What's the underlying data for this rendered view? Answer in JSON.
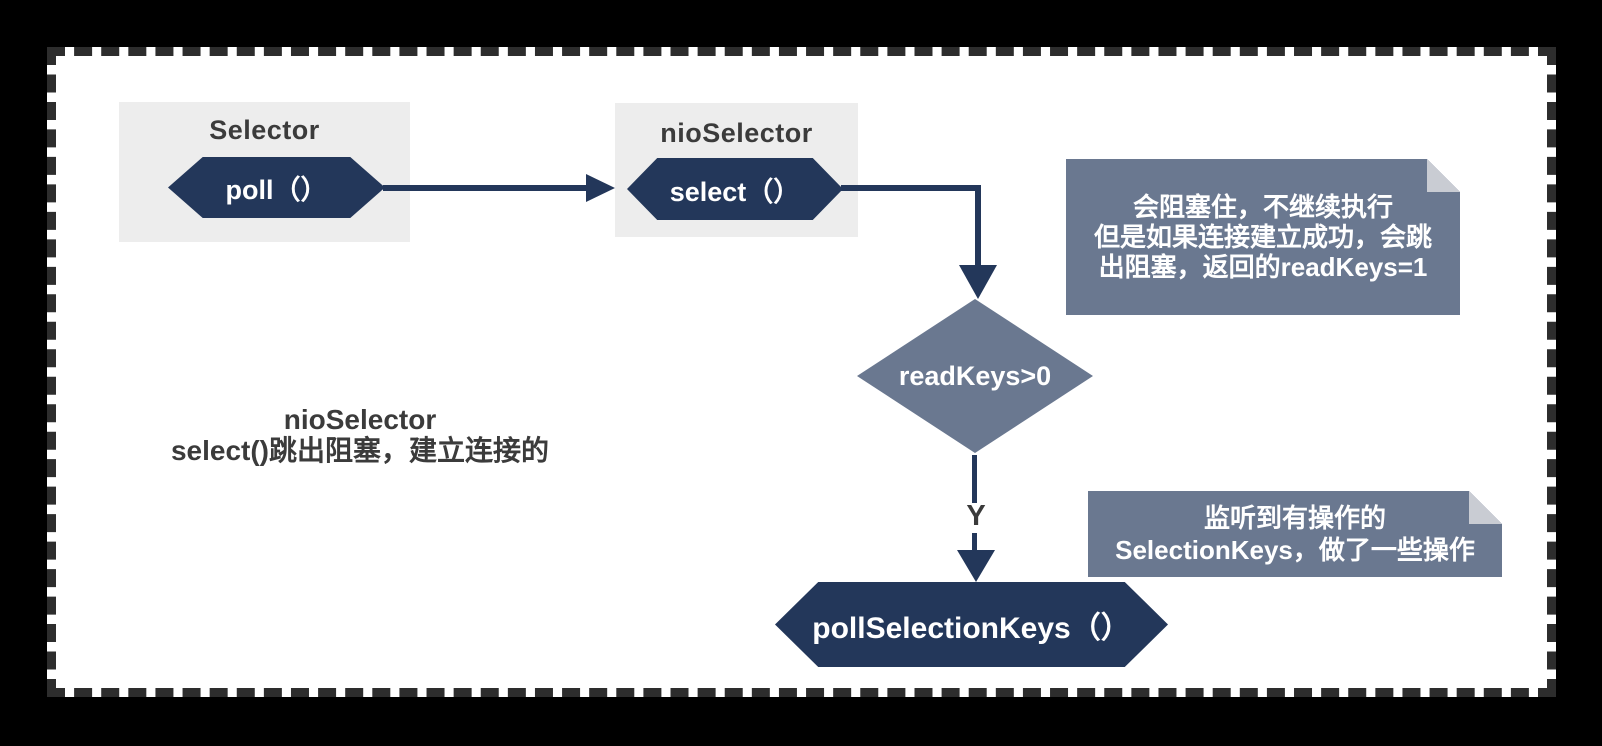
{
  "colors": {
    "navy_node": "#23375a",
    "slate_note": "#6a7890",
    "note_fold": "#c9ccd3",
    "group_background": "#ededed",
    "dark_text": "#3b3b3b",
    "page_background": "#ffffff",
    "outer_frame": "#000000",
    "dashed_border": "#2d2d2d"
  },
  "diagram": {
    "selector_group": {
      "title": "Selector",
      "node_label": "poll（）"
    },
    "nioselector_group": {
      "title": "nioSelector",
      "node_label": "select（）"
    },
    "decision": {
      "label": "readKeys>0"
    },
    "branch_yes_label": "Y",
    "process_node": {
      "label": "pollSelectionKeys（）"
    },
    "note_top": {
      "lines": [
        "会阻塞住，不继续执行",
        "但是如果连接建立成功，会跳",
        "出阻塞，返回的readKeys=1"
      ]
    },
    "note_bottom": {
      "lines": [
        "监听到有操作的",
        "SelectionKeys，做了一些操作"
      ]
    },
    "annotation": {
      "lines": [
        "nioSelector",
        "select()跳出阻塞，建立连接的"
      ]
    }
  }
}
